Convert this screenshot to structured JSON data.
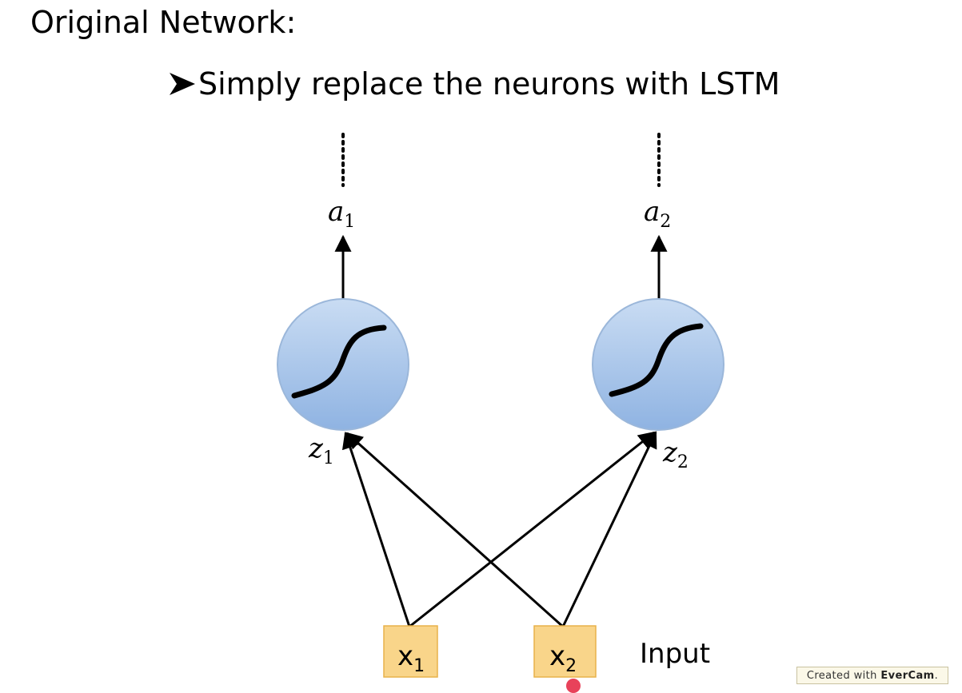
{
  "slide": {
    "title": "Original Network:",
    "bullet": "Simply replace the neurons with LSTM",
    "bullet_icon": "arrowhead-bullet-icon"
  },
  "neurons": [
    {
      "id": "neuron-1",
      "input_label": "z",
      "input_sub": "1",
      "output_label": "a",
      "output_sub": "1",
      "icon": "sigmoid-curve-icon"
    },
    {
      "id": "neuron-2",
      "input_label": "z",
      "input_sub": "2",
      "output_label": "a",
      "output_sub": "2",
      "icon": "sigmoid-curve-icon"
    }
  ],
  "inputs": [
    {
      "id": "input-x1",
      "label": "x",
      "sub": "1"
    },
    {
      "id": "input-x2",
      "label": "x",
      "sub": "2"
    }
  ],
  "input_caption": "Input",
  "watermark": {
    "prefix": "Created with ",
    "brand": "EverCam",
    "suffix": "."
  },
  "colors": {
    "neuron_fill_top": "#c9dcf3",
    "neuron_fill_bottom": "#8fb3e2",
    "neuron_stroke": "#9bb7da",
    "input_fill": "#f9d58a",
    "input_stroke": "#e8b24a",
    "line": "#000000"
  }
}
